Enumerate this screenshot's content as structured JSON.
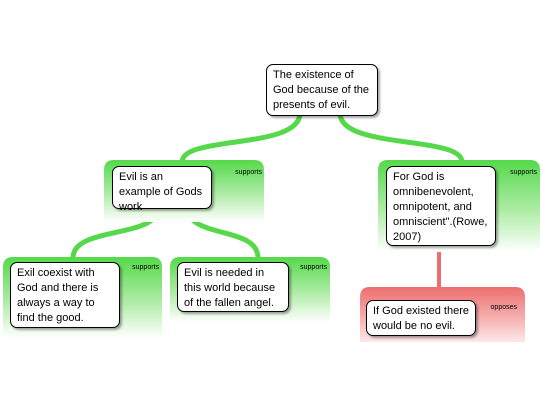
{
  "colors": {
    "support_green": "#55d94a",
    "support_fade": "#ffffff",
    "oppose_red": "#ee6e6e"
  },
  "nodes": {
    "root": "The existence of God because of the presents of evil.",
    "evil_gods_work": "Evil is an example of Gods work",
    "god_omni": "For God is omnibenevolent, omnipotent, and omniscient\".(Rowe, 2007)",
    "coexist": "Exil coexist with God and there is always a way to find the good.",
    "fallen_angel": "Evil is needed in this world because of the fallen angel.",
    "no_evil": "If God existed there would be no evil."
  },
  "tags": {
    "supports": "supports",
    "opposes": "opposes"
  }
}
